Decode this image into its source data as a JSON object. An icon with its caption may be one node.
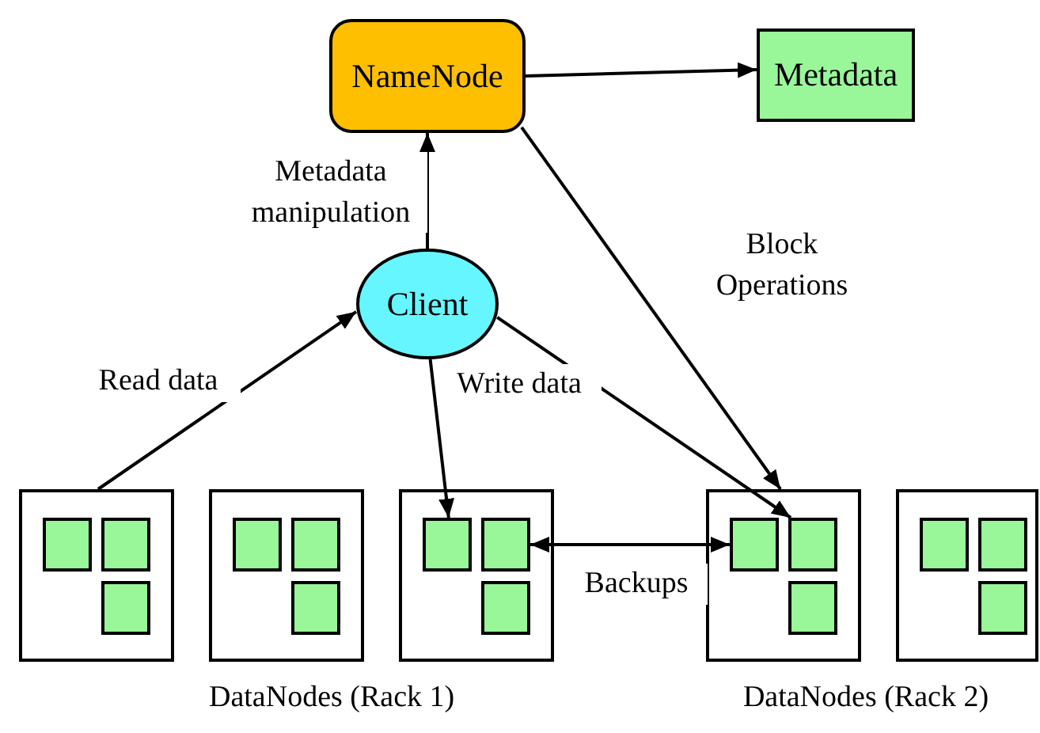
{
  "diagram": {
    "nodes": [
      {
        "text": [
          "NameNode"
        ]
      },
      {
        "text": [
          "Metadata"
        ]
      },
      {
        "text": [
          "Client"
        ]
      },
      {
        "text": [],
        "shape": "box"
      },
      {
        "text": [],
        "shape": "box",
        "in": 3
      },
      {
        "text": [],
        "shape": "box",
        "in": 3
      },
      {
        "text": [],
        "shape": "box",
        "in": 3
      },
      {
        "text": [],
        "shape": "box"
      },
      {
        "text": [],
        "shape": "box",
        "in": 7
      },
      {
        "text": [],
        "shape": "box",
        "in": 7
      },
      {
        "text": [],
        "shape": "box",
        "in": 7
      },
      {
        "text": [],
        "shape": "box"
      },
      {
        "text": [],
        "shape": "box",
        "in": 11
      },
      {
        "text": [],
        "shape": "box",
        "in": 11
      },
      {
        "text": [],
        "shape": "box",
        "in": 11
      },
      {
        "text": [],
        "shape": "box"
      },
      {
        "text": [],
        "shape": "box",
        "in": 15
      },
      {
        "text": [],
        "shape": "box",
        "in": 15
      },
      {
        "text": [],
        "shape": "box",
        "in": 15
      },
      {
        "text": [],
        "shape": "box"
      },
      {
        "text": [],
        "shape": "box",
        "in": 19
      },
      {
        "text": [],
        "shape": "box",
        "in": 19
      },
      {
        "text": [],
        "shape": "box",
        "in": 19
      }
    ],
    "edges": [
      {
        "from": 0,
        "to": 1,
        "arrow": "to"
      },
      {
        "from": 2,
        "to": 0,
        "arrow": "to",
        "label": "Metadata manipulation"
      },
      {
        "from": 3,
        "to": 2,
        "arrow": "to",
        "label": "Read data"
      },
      {
        "from": 2,
        "to": 12,
        "arrow": "to",
        "label": "Write data"
      },
      {
        "from": 2,
        "to": 17,
        "arrow": "to"
      },
      {
        "from": 0,
        "to": 15,
        "arrow": "to",
        "label": "Block Operations"
      },
      {
        "from": 13,
        "to": 16,
        "arrow": "both",
        "label": "Backups"
      }
    ],
    "labels": [
      "DataNodes (Rack 1)",
      "DataNodes (Rack 2)"
    ]
  }
}
